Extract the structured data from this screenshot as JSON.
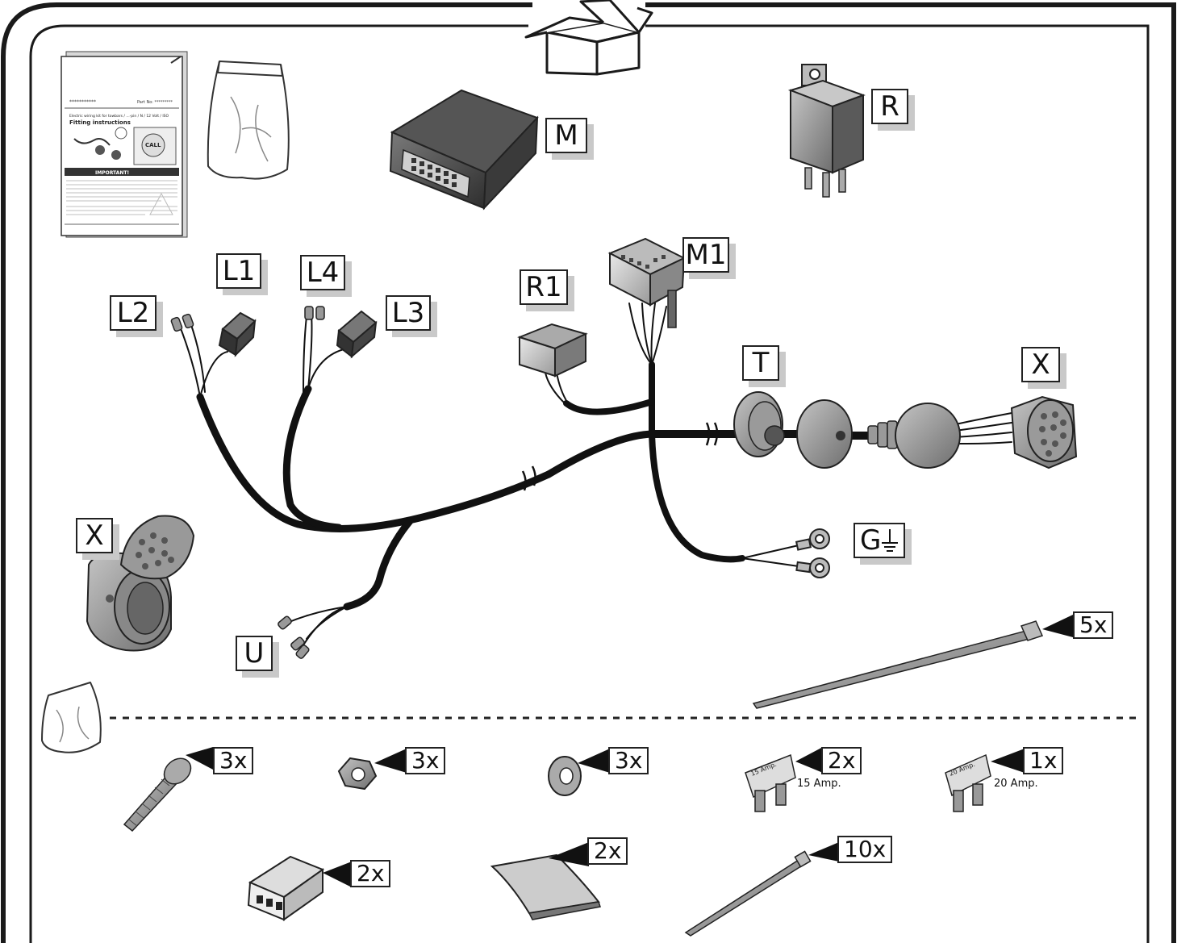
{
  "labels": {
    "M": "M",
    "R": "R",
    "L1": "L1",
    "L2": "L2",
    "L3": "L3",
    "L4": "L4",
    "R1": "R1",
    "M1": "M1",
    "T": "T",
    "X_right": "X",
    "X_left": "X",
    "G": "G",
    "U": "U"
  },
  "quantities": {
    "cable_tie_large": "5x",
    "screw": "3x",
    "nut": "3x",
    "washer": "3x",
    "fuse_15": "2x",
    "fuse_20": "1x",
    "connector_plug": "2x",
    "adhesive_pad": "2x",
    "cable_tie_small": "10x"
  },
  "fuse_captions": {
    "fuse_15": "15 Amp.",
    "fuse_20": "20 Amp.",
    "fuse_15_label": "15 Amp.",
    "fuse_20_label": "20 Amp."
  },
  "manual": {
    "header_left": "***********",
    "part_no": "Part No: *********",
    "title_line1": "Electric wiring kit for towbars / ...-pin / N / 12 Volt / ISO",
    "title_line2": "Fitting instructions",
    "warning": "IMPORTANT!",
    "call_badge": "CALL"
  },
  "colors": {
    "frame": "#1a1a1a",
    "cable": "#111111",
    "part_fill": "#5a5a5a",
    "part_light": "#9a9a9a",
    "label_shadow": "#c9c9c9"
  }
}
